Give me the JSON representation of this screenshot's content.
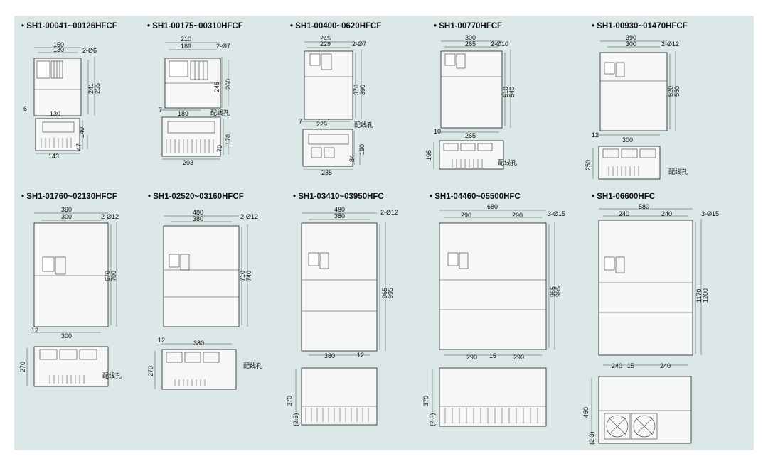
{
  "sheet": {
    "background": "#dce8e7"
  },
  "models": [
    {
      "title": "• SH1-00041~00126HFCF",
      "front": {
        "w": [
          "150",
          "130"
        ],
        "hole": "2-Ø6",
        "h": [
          "241",
          "255"
        ],
        "bottom": "130",
        "side": "6"
      },
      "bottom": {
        "h": [
          "140",
          "47"
        ],
        "w": "143"
      }
    },
    {
      "title": "• SH1-00175~00310HFCF",
      "front": {
        "w": [
          "210",
          "189"
        ],
        "hole": "2-Ø7",
        "h": [
          "246",
          "260"
        ],
        "bottom": "189",
        "side": "7",
        "wire": "配线孔"
      },
      "bottom": {
        "h": [
          "170",
          "70"
        ],
        "w": "203"
      }
    },
    {
      "title": "• SH1-00400~0620HFCF",
      "front": {
        "w": [
          "245",
          "229"
        ],
        "hole": "2-Ø7",
        "h": [
          "376",
          "390"
        ],
        "bottom": "229",
        "side": "7"
      },
      "bottom": {
        "h": [
          "190",
          "84"
        ],
        "w": "235",
        "wire": "配线孔"
      }
    },
    {
      "title": "• SH1-00770HFCF",
      "front": {
        "w": [
          "300",
          "265"
        ],
        "hole": "2-Ø10",
        "h": [
          "510",
          "540"
        ],
        "bottom": "265",
        "side": "10"
      },
      "bottom": {
        "h": [
          "195"
        ],
        "wire": "配线孔"
      }
    },
    {
      "title": "• SH1-00930~01470HFCF",
      "front": {
        "w": [
          "390",
          "300"
        ],
        "hole": "2-Ø12",
        "h": [
          "520",
          "550"
        ],
        "bottom": "300",
        "side": "12"
      },
      "bottom": {
        "h": [
          "250"
        ],
        "wire": "配线孔"
      }
    },
    {
      "title": "• SH1-01760~02130HFCF",
      "front": {
        "w": [
          "390",
          "300"
        ],
        "hole": "2-Ø12",
        "h": [
          "670",
          "700"
        ],
        "bottom": "300",
        "side": "12"
      },
      "bottom": {
        "h": [
          "270"
        ],
        "wire": "配线孔"
      }
    },
    {
      "title": "• SH1-02520~03160HFCF",
      "front": {
        "w": [
          "480",
          "380"
        ],
        "hole": "2-Ø12",
        "h": [
          "710",
          "740"
        ],
        "bottom": "380",
        "side": "12"
      },
      "bottom": {
        "h": [
          "270"
        ],
        "wire": "配线孔"
      }
    },
    {
      "title": "• SH1-03410~03950HFC",
      "front": {
        "w": [
          "480",
          "380"
        ],
        "hole": "2-Ø12",
        "h": [
          "965",
          "995"
        ],
        "bottom": "380",
        "side": "12"
      },
      "bottom": {
        "h": [
          "370",
          "(2.3)"
        ]
      }
    },
    {
      "title": "• SH1-04460~05500HFC",
      "front": {
        "w": [
          "680",
          "290",
          "290"
        ],
        "hole": "3-Ø15",
        "h": [
          "965",
          "995"
        ],
        "bottom": [
          "290",
          "15",
          "290"
        ]
      },
      "bottom": {
        "h": [
          "370",
          "(2.3)"
        ]
      }
    },
    {
      "title": "• SH1-06600HFC",
      "front": {
        "w": [
          "580",
          "240",
          "240"
        ],
        "hole": "3-Ø15",
        "h": [
          "1170",
          "1200"
        ],
        "bottom": [
          "240",
          "15",
          "240"
        ]
      },
      "bottom": {
        "h": [
          "450",
          "(2.3)"
        ]
      }
    }
  ]
}
